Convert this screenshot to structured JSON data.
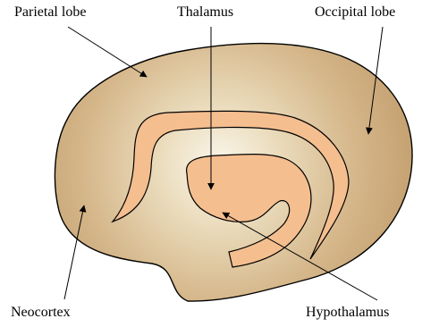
{
  "labels": {
    "parietal_lobe": "Parietal lobe",
    "thalamus": "Thalamus",
    "occipital_lobe": "Occipital lobe",
    "neocortex": "Neocortex",
    "hypothalamus": "Hypothalamus"
  },
  "colors": {
    "brain_outer": "#C8A679",
    "brain_inner_glow": "#F8F2E3",
    "limbic_band": "#F5BE8F",
    "outline": "#000000",
    "text": "#000000",
    "background": "#FFFFFF"
  }
}
